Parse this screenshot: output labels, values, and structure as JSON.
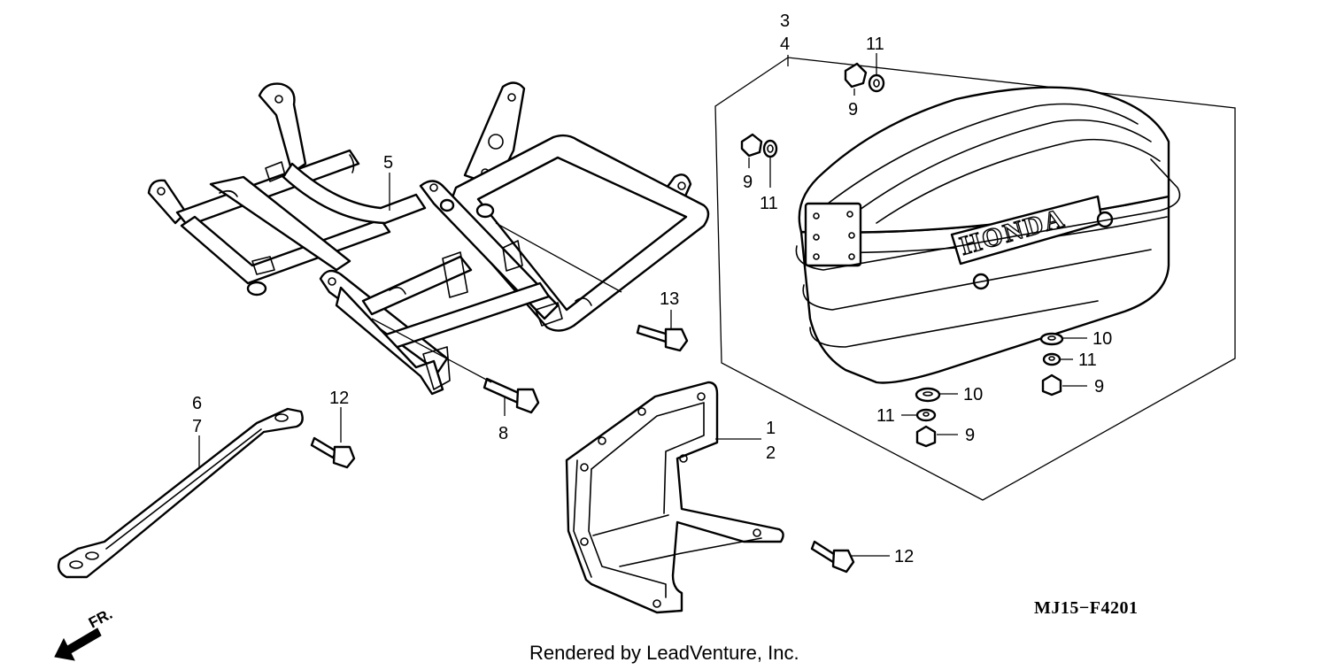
{
  "callouts": {
    "c1": "1",
    "c2": "2",
    "c3": "3",
    "c4": "4",
    "c5": "5",
    "c6": "6",
    "c7": "7",
    "c8": "8",
    "c9a": "9",
    "c9b": "9",
    "c9c": "9",
    "c9d": "9",
    "c10a": "10",
    "c10b": "10",
    "c11a": "11",
    "c11b": "11",
    "c11c": "11",
    "c11d": "11",
    "c12a": "12",
    "c12b": "12",
    "c13": "13"
  },
  "case_brand": "HONDA",
  "direction_marker": "FR.",
  "diagram_code": "MJ15−F4201",
  "credit": "Rendered by LeadVenture, Inc.",
  "colors": {
    "ink": "#000000",
    "paper": "#ffffff"
  }
}
